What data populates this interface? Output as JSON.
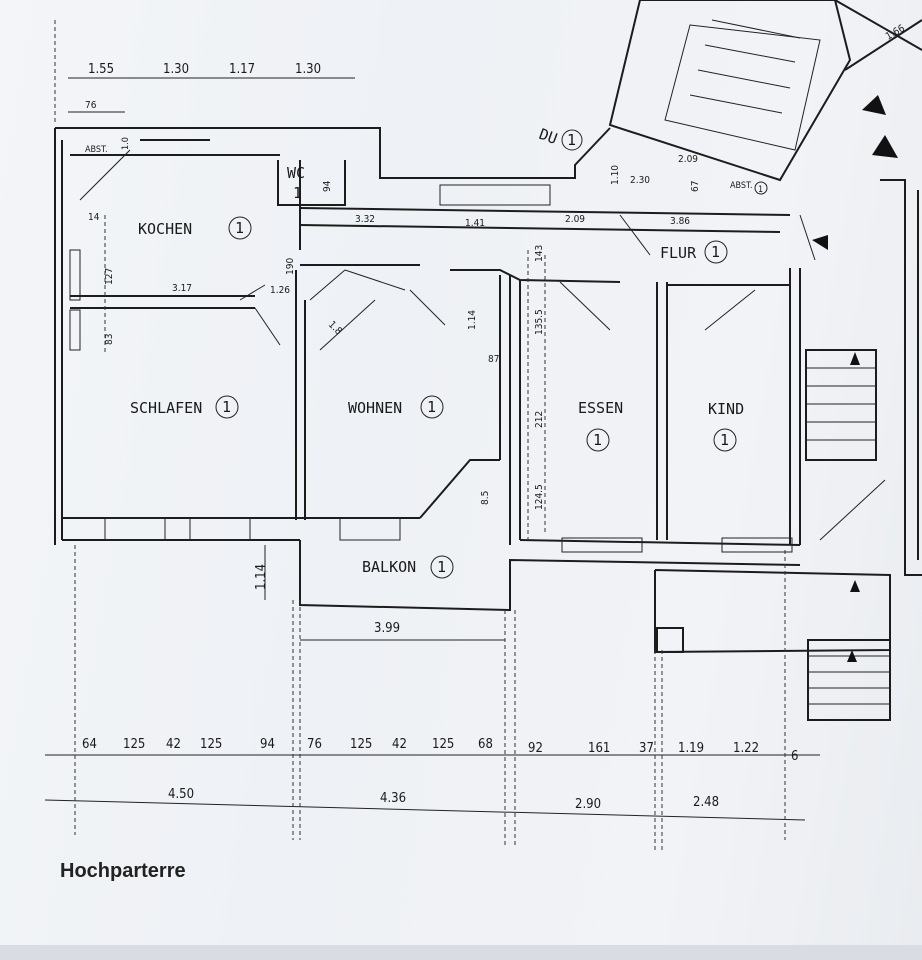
{
  "caption": "Hochparterre",
  "rooms": {
    "kochen": "KOCHEN",
    "kochen_no": "1",
    "wc": "WC",
    "wc_no": "1",
    "schlafen": "SCHLAFEN",
    "schlafen_no": "1",
    "wohnen": "WOHNEN",
    "wohnen_no": "1",
    "essen": "ESSEN",
    "essen_no": "1",
    "kind": "KIND",
    "kind_no": "1",
    "flur": "FLUR",
    "flur_no": "1",
    "balkon": "BALKON",
    "balkon_no": "1",
    "du": "DU",
    "du_no": "1",
    "abst1": "ABST.",
    "abst2": "ABST.",
    "abst2_no": "1"
  },
  "top_dims": [
    "1.55",
    "1.30",
    "1.17",
    "1.30"
  ],
  "top_small": [
    "76",
    "1.0"
  ],
  "inner_dims": {
    "d_14": "14",
    "d_127": "127",
    "d_83": "83",
    "d_317": "3.17",
    "d_126": "1.26",
    "d_190": "190",
    "d_94": "94",
    "d_332": "3.32",
    "d_141": "1.41",
    "d_209": "2.09",
    "d_386": "3.86",
    "d_143": "143",
    "d_114": "1.14",
    "d_1355": "135.5",
    "d_87": "87",
    "d_212": "212",
    "d_85": "8.5",
    "d_1245": "124.5",
    "d_18": "1.8",
    "d_110": "1.10",
    "d_230": "2.30",
    "d_209b": "2.09",
    "d_67": "67",
    "d_166": "1.66",
    "d_114b": "1.14",
    "d_399": "3.99"
  },
  "bottom_row1": [
    "64",
    "125",
    "42",
    "125",
    "94",
    "76",
    "125",
    "42",
    "125",
    "68",
    "92",
    "161",
    "37",
    "1.19",
    "1.22",
    "6"
  ],
  "bottom_row2": [
    "4.50",
    "4.36",
    "2.90",
    "2.48"
  ]
}
